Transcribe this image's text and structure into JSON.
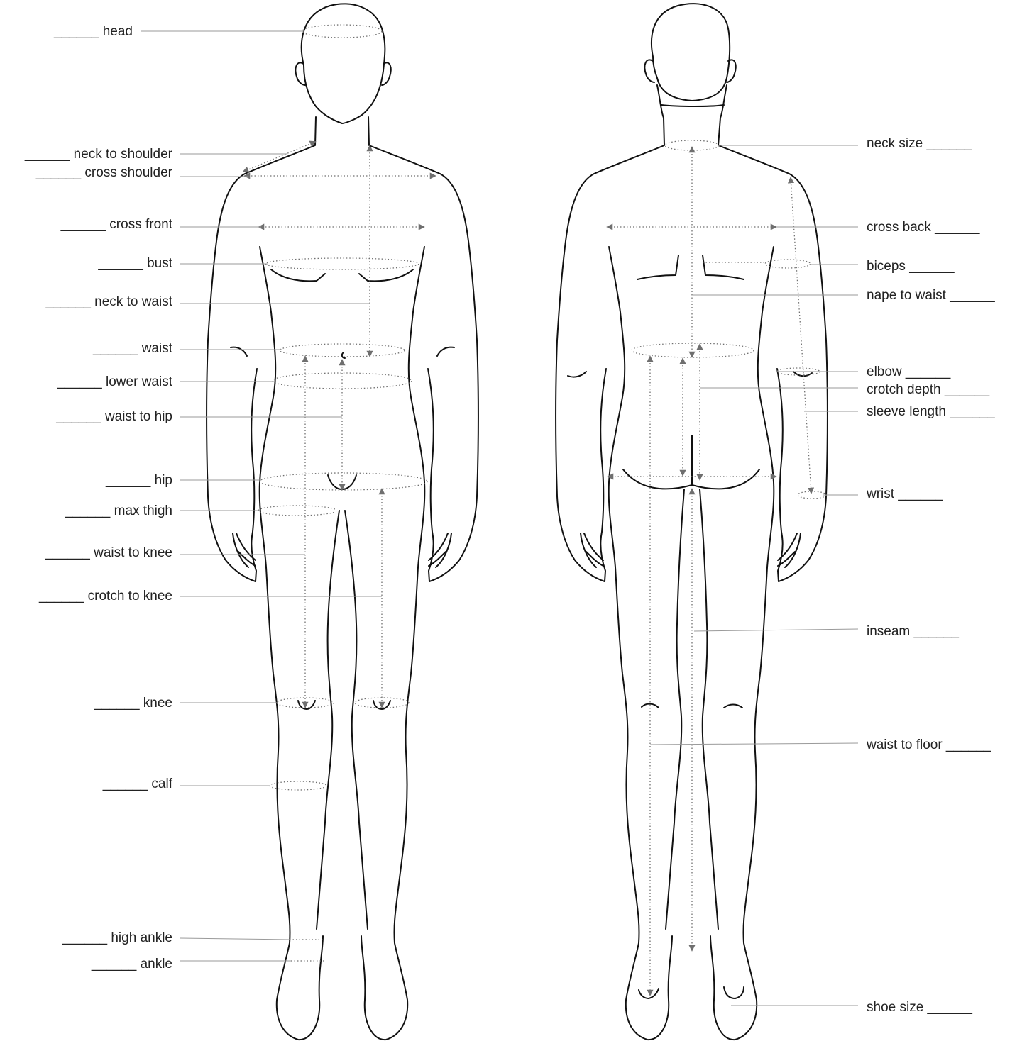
{
  "front_labels": [
    {
      "id": "head",
      "text": "______ head"
    },
    {
      "id": "neck-to-shoulder",
      "text": "______ neck to shoulder"
    },
    {
      "id": "cross-shoulder",
      "text": "______ cross shoulder"
    },
    {
      "id": "cross-front",
      "text": "______ cross front"
    },
    {
      "id": "bust",
      "text": "______ bust"
    },
    {
      "id": "neck-to-waist",
      "text": "______ neck to waist"
    },
    {
      "id": "waist",
      "text": "______ waist"
    },
    {
      "id": "lower-waist",
      "text": "______ lower waist"
    },
    {
      "id": "waist-to-hip",
      "text": "______ waist to hip"
    },
    {
      "id": "hip",
      "text": "______ hip"
    },
    {
      "id": "max-thigh",
      "text": "______ max thigh"
    },
    {
      "id": "waist-to-knee",
      "text": "______ waist to knee"
    },
    {
      "id": "crotch-to-knee",
      "text": "______ crotch to knee"
    },
    {
      "id": "knee",
      "text": "______ knee"
    },
    {
      "id": "calf",
      "text": "______ calf"
    },
    {
      "id": "high-ankle",
      "text": "______ high ankle"
    },
    {
      "id": "ankle",
      "text": "______ ankle"
    }
  ],
  "back_labels": [
    {
      "id": "neck-size",
      "text": "neck size ______"
    },
    {
      "id": "cross-back",
      "text": "cross back ______"
    },
    {
      "id": "biceps",
      "text": "biceps ______"
    },
    {
      "id": "nape-to-waist",
      "text": "nape to waist ______"
    },
    {
      "id": "elbow",
      "text": "elbow ______"
    },
    {
      "id": "crotch-depth",
      "text": "crotch depth ______"
    },
    {
      "id": "sleeve-length",
      "text": "sleeve length ______"
    },
    {
      "id": "wrist",
      "text": "wrist ______"
    },
    {
      "id": "inseam",
      "text": "inseam ______"
    },
    {
      "id": "waist-to-floor",
      "text": "waist to floor ______"
    },
    {
      "id": "shoe-size",
      "text": "shoe size ______"
    }
  ]
}
